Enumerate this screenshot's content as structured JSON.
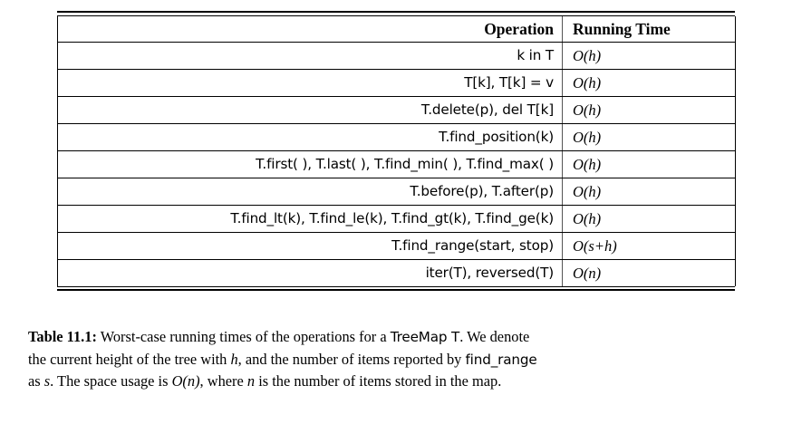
{
  "table": {
    "columns": [
      "Operation",
      "Running Time"
    ],
    "rows": [
      {
        "operation": "k in T",
        "time": "O(h)"
      },
      {
        "operation": "T[k], T[k] = v",
        "time": "O(h)"
      },
      {
        "operation": "T.delete(p), del T[k]",
        "time": "O(h)"
      },
      {
        "operation": "T.find_position(k)",
        "time": "O(h)"
      },
      {
        "operation": "T.first( ), T.last( ), T.find_min( ), T.find_max( )",
        "time": "O(h)"
      },
      {
        "operation": "T.before(p), T.after(p)",
        "time": "O(h)"
      },
      {
        "operation": "T.find_lt(k), T.find_le(k), T.find_gt(k), T.find_ge(k)",
        "time": "O(h)"
      },
      {
        "operation": "T.find_range(start, stop)",
        "time": "O(s+h)"
      },
      {
        "operation": "iter(T), reversed(T)",
        "time": "O(n)"
      }
    ]
  },
  "caption": {
    "label": "Table 11.1:",
    "line1_a": " Worst-case running times of the operations for a ",
    "line1_code": "TreeMap T",
    "line1_b": ". We denote",
    "line2_a": "the current height of the tree with ",
    "line2_math": "h",
    "line2_b": ", and the number of items reported by ",
    "line2_code": "find_range",
    "line3_a": "as ",
    "line3_math1": "s",
    "line3_b": ". The space usage is ",
    "line3_math2": "O(n)",
    "line3_c": ", where ",
    "line3_math3": "n",
    "line3_d": " is the number of items stored in the map.",
    "full_text": "Table 11.1: Worst-case running times of the operations for a TreeMap T. We denote the current height of the tree with h, and the number of items reported by find_range as s. The space usage is O(n), where n is the number of items stored in the map."
  }
}
